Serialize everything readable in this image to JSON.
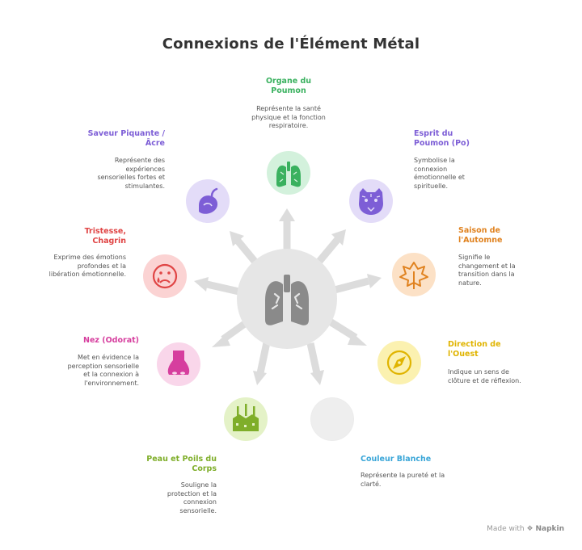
{
  "title": "Connexions de l'Élément Métal",
  "colors": {
    "hub": "#e6e6e6",
    "hub_icon": "#8a8a8a",
    "arrow": "#dcdcdc",
    "green": "#3ab15f",
    "purple": "#7d5ed6",
    "orange": "#e0821f",
    "yellow": "#e0b400",
    "sky": "#3aa6d8",
    "lime": "#7fae2a",
    "pink": "#d63e9e",
    "red": "#e04545"
  },
  "nodes": {
    "lung_organ": {
      "title": "Organe du Poumon",
      "desc": "Représente la santé physique et la fonction respiratoire.",
      "icon": "lungs-icon"
    },
    "lung_spirit": {
      "title": "Esprit du Poumon (Po)",
      "desc": "Symbolise la connexion émotionnelle et spirituelle.",
      "icon": "tiger-icon"
    },
    "autumn": {
      "title": "Saison de l'Automne",
      "desc": "Signifie le changement et la transition dans la nature.",
      "icon": "leaf-icon"
    },
    "west": {
      "title": "Direction de l'Ouest",
      "desc": "Indique un sens de clôture et de réflexion.",
      "icon": "compass-icon"
    },
    "white": {
      "title": "Couleur Blanche",
      "desc": "Représente la pureté et la clarté.",
      "icon": "white-circle-icon"
    },
    "skin": {
      "title": "Peau et Poils du Corps",
      "desc": "Souligne la protection et la connexion sensorielle.",
      "icon": "skin-hair-icon"
    },
    "nose": {
      "title": "Nez (Odorat)",
      "desc": "Met en évidence la perception sensorielle et la connexion à l'environnement.",
      "icon": "nose-icon"
    },
    "grief": {
      "title": "Tristesse, Chagrin",
      "desc": "Exprime des émotions profondes et la libération émotionnelle.",
      "icon": "sad-face-icon"
    },
    "pungent": {
      "title": "Saveur Piquante / Âcre",
      "desc": "Représente des expériences sensorielles fortes et stimulantes.",
      "icon": "pepper-icon"
    }
  },
  "footer": {
    "prefix": "Made with",
    "brand": "Napkin"
  }
}
